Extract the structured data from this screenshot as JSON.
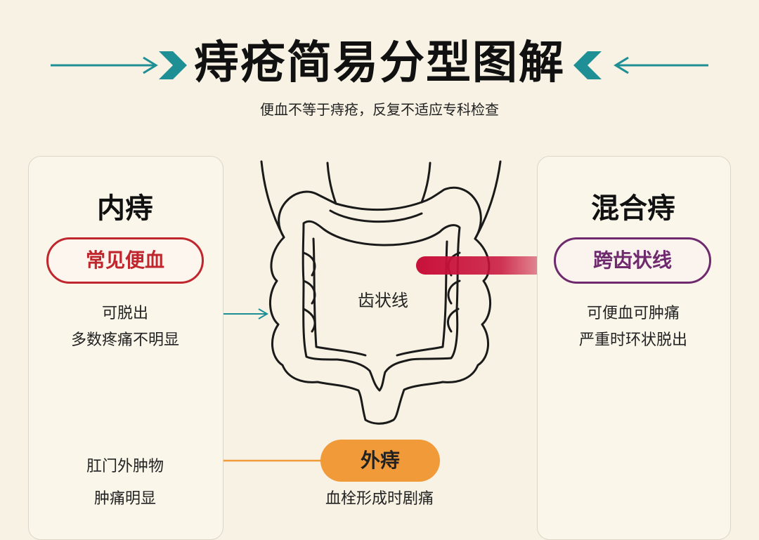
{
  "header": {
    "title": "痔疮简易分型图解",
    "subtitle": "便血不等于痔疮，反复不适应专科检查"
  },
  "internal": {
    "title": "内痔",
    "pill": "常见便血",
    "notes": [
      "可脱出",
      "多数疼痛不明显"
    ]
  },
  "mixed": {
    "title": "混合痔",
    "pill": "跨齿状线",
    "notes": [
      "可便血可肿痛",
      "严重时环状脱出"
    ]
  },
  "external": {
    "pill": "外痔",
    "notes_left": [
      "肛门外肿物",
      "肿痛明显"
    ],
    "note_below": "血栓形成时剧痛"
  },
  "diagram": {
    "center_label": "齿状线"
  },
  "colors": {
    "teal": "#1f8f96",
    "red": "#c0262d",
    "purple": "#6e2a6d",
    "orange": "#f19a3a"
  }
}
